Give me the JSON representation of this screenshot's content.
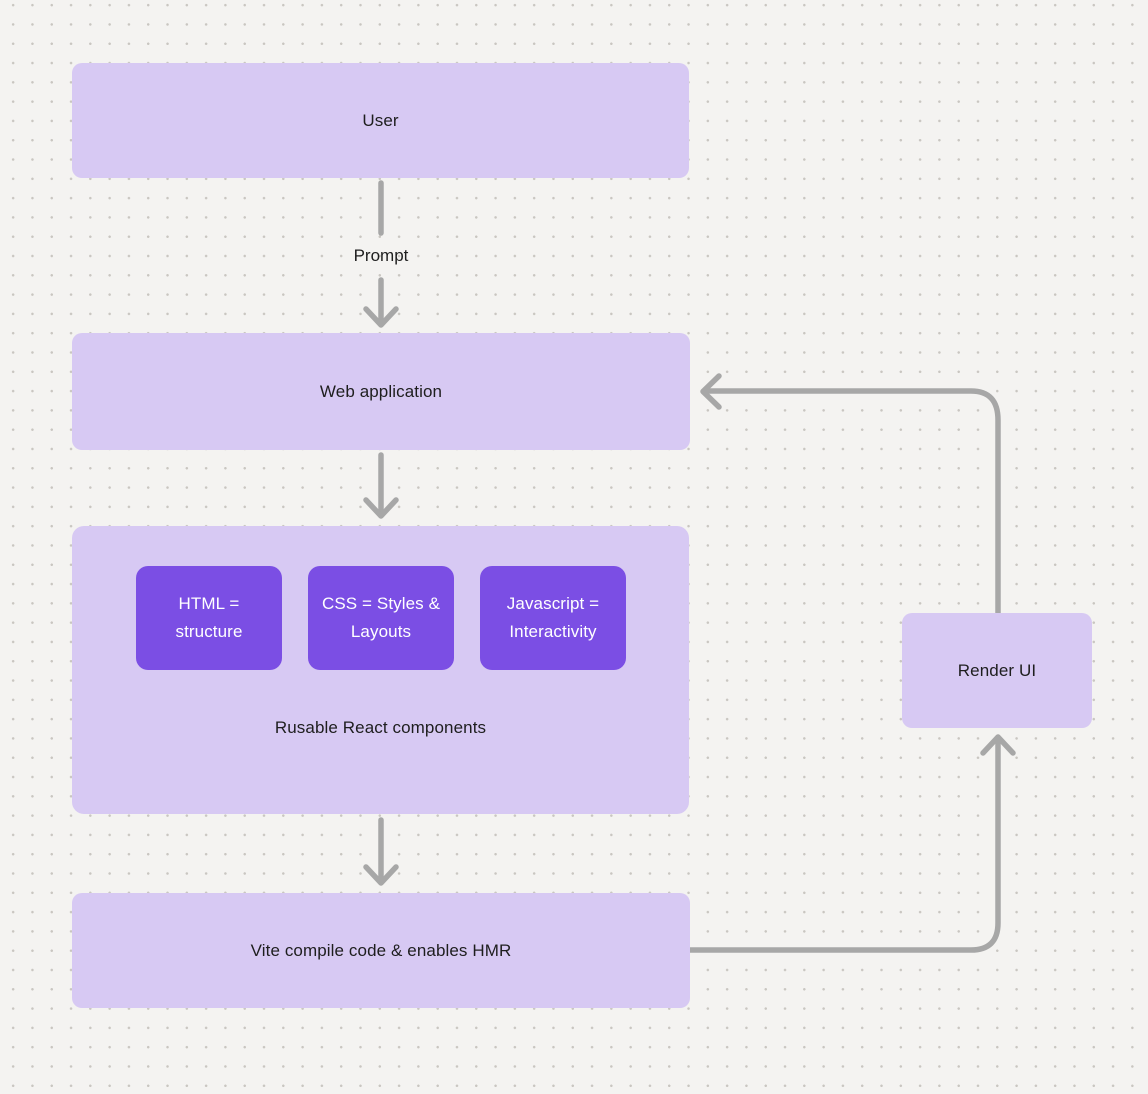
{
  "diagram": {
    "nodes": {
      "user": {
        "label": "User"
      },
      "web_application": {
        "label": "Web application"
      },
      "components_group": {
        "chips": [
          {
            "label": "HTML = structure"
          },
          {
            "label": "CSS = Styles & Layouts"
          },
          {
            "label": "Javascript = Interactivity"
          }
        ],
        "caption": "Rusable React components"
      },
      "vite": {
        "label": "Vite compile code & enables HMR"
      },
      "render_ui": {
        "label": "Render UI"
      }
    },
    "edges": {
      "user_to_webapp_label": "Prompt"
    }
  },
  "colors": {
    "background": "#f4f3f1",
    "dot_grid": "#c9c6c1",
    "box_light": "#d7c9f3",
    "accent": "#7b4ee4",
    "connector": "#a7a7a7",
    "text_dark": "#1e1e1e",
    "text_light": "#ffffff"
  }
}
